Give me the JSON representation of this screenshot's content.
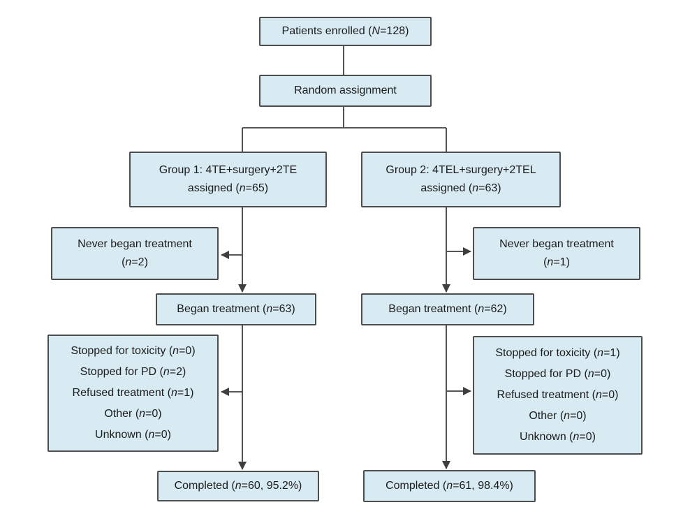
{
  "colors": {
    "background": "#ffffff",
    "box_fill": "#d8ebf3",
    "box_border": "#4d4d4d",
    "connector": "#3f3f3f",
    "text": "#1b1b1b"
  },
  "boxes": {
    "enrolled": {
      "lines": [
        {
          "pre": "Patients enrolled (",
          "it": "N",
          "post": "=128)"
        }
      ]
    },
    "random": {
      "lines": [
        {
          "pre": "Random assignment",
          "it": "",
          "post": ""
        }
      ]
    },
    "group1": {
      "lines": [
        {
          "pre": "Group 1: 4TE+surgery+2TE",
          "it": "",
          "post": ""
        },
        {
          "pre": "assigned (",
          "it": "n",
          "post": "=65)"
        }
      ]
    },
    "group2": {
      "lines": [
        {
          "pre": "Group 2: 4TEL+surgery+2TEL",
          "it": "",
          "post": ""
        },
        {
          "pre": "assigned (",
          "it": "n",
          "post": "=63)"
        }
      ]
    },
    "never1": {
      "lines": [
        {
          "pre": "Never began treatment",
          "it": "",
          "post": ""
        },
        {
          "pre": "(",
          "it": "n",
          "post": "=2)"
        }
      ]
    },
    "never2": {
      "lines": [
        {
          "pre": "Never began treatment",
          "it": "",
          "post": ""
        },
        {
          "pre": "(",
          "it": "n",
          "post": "=1)"
        }
      ]
    },
    "began1": {
      "lines": [
        {
          "pre": "Began treatment (",
          "it": "n",
          "post": "=63)"
        }
      ]
    },
    "began2": {
      "lines": [
        {
          "pre": "Began treatment (",
          "it": "n",
          "post": "=62)"
        }
      ]
    },
    "stopped1": {
      "lines": [
        {
          "pre": "Stopped for toxicity (",
          "it": "n",
          "post": "=0)"
        },
        {
          "pre": "Stopped for PD (",
          "it": "n",
          "post": "=2)"
        },
        {
          "pre": "Refused treatment (",
          "it": "n",
          "post": "=1)"
        },
        {
          "pre": "Other (",
          "it": "n",
          "post": "=0)"
        },
        {
          "pre": "Unknown (",
          "it": "n",
          "post": "=0)"
        }
      ]
    },
    "stopped2": {
      "lines": [
        {
          "pre": "Stopped for toxicity (",
          "it": "n",
          "post": "=1)"
        },
        {
          "pre": "Stopped for PD (",
          "it": "n",
          "post": "=0)"
        },
        {
          "pre": "Refused treatment (",
          "it": "n",
          "post": "=0)"
        },
        {
          "pre": "Other (",
          "it": "n",
          "post": "=0)"
        },
        {
          "pre": "Unknown (",
          "it": "n",
          "post": "=0)"
        }
      ]
    },
    "completed1": {
      "lines": [
        {
          "pre": "Completed (",
          "it": "n",
          "post": "=60, 95.2%)"
        }
      ]
    },
    "completed2": {
      "lines": [
        {
          "pre": "Completed (",
          "it": "n",
          "post": "=61, 98.4%)"
        }
      ]
    }
  }
}
